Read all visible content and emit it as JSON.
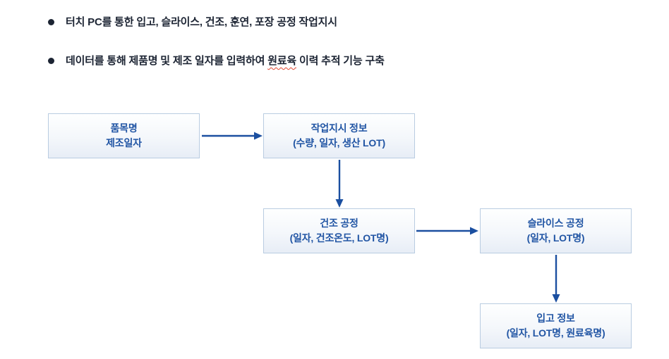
{
  "bullets": {
    "item1": "터치 PC를 통한 입고, 슬라이스, 건조, 훈연, 포장 공정 작업지시",
    "item2_part1": "데이터를 통해 제품명 및 제조 일자를 입력하여 ",
    "item2_misspelled": "원료육",
    "item2_part2": " 이력 추적 기능 구축"
  },
  "flowchart": {
    "box_item": {
      "title": "품목명",
      "subtitle": "제조일자"
    },
    "box_workorder": {
      "title": "작업지시 정보",
      "subtitle": "(수량, 일자, 생산 LOT)"
    },
    "box_drying": {
      "title": "건조 공정",
      "subtitle": "(일자, 건조온도, LOT명)"
    },
    "box_slice": {
      "title": "슬라이스 공정",
      "subtitle": "(일자, LOT명)"
    },
    "box_inbound": {
      "title": "입고 정보",
      "subtitle": "(일자, LOT명, 원료육명)"
    }
  },
  "colors": {
    "bullet_text": "#1c2433",
    "box_border": "#b9cce1",
    "box_fill_top": "#feffff",
    "box_fill_bottom": "#e7edf6",
    "box_text": "#2155a4",
    "arrow": "#1b4fa0",
    "spellcheck_underline": "#e0452f"
  }
}
